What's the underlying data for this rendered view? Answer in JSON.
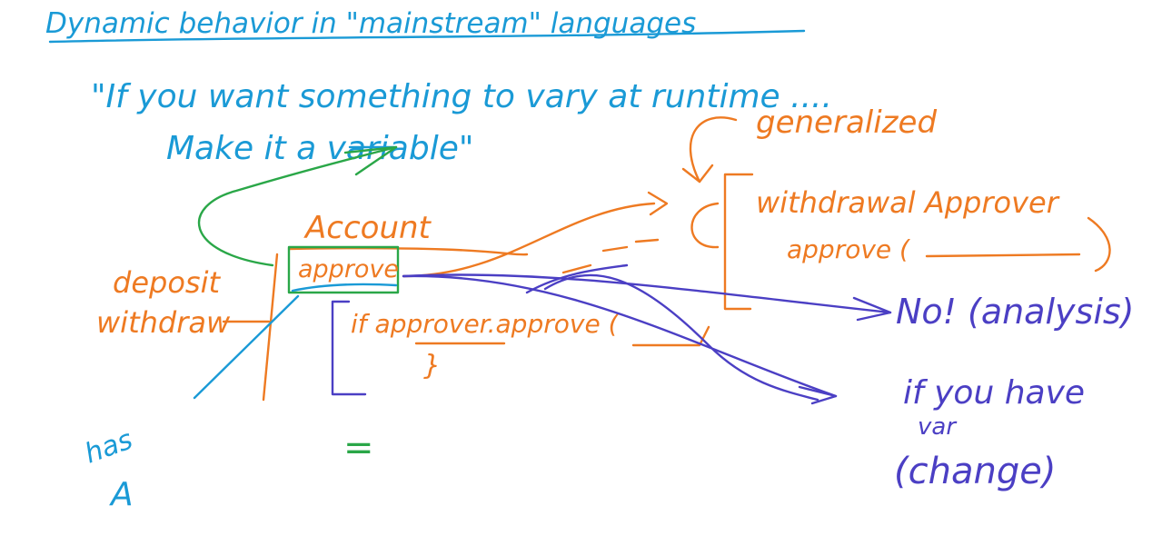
{
  "title": "Dynamic behavior in \"mainstream\" languages",
  "quote": {
    "line1": "\"If you want something to vary at runtime ....",
    "line2": "Make it a variable\""
  },
  "account_box": {
    "label": "Account",
    "method": "approve",
    "left_labels": [
      "deposit",
      "withdraw"
    ],
    "body_code": "if approver.approve (",
    "body_brace": "}",
    "green_mark": "="
  },
  "generalized": {
    "label": "generalized",
    "class_name": "withdrawal Approver",
    "method": "approve ("
  },
  "annotations": {
    "no_answer": "No! (analysis)",
    "if_you_have_line1": "if you have",
    "if_you_have_line2": "var",
    "if_you_have_line3": "(change)",
    "bottom_left_line1": "has",
    "bottom_left_line2": "A"
  },
  "colors": {
    "blue": "#1a9ad6",
    "orange": "#ee7a22",
    "purple": "#4b3fc4",
    "green": "#2aa748"
  }
}
